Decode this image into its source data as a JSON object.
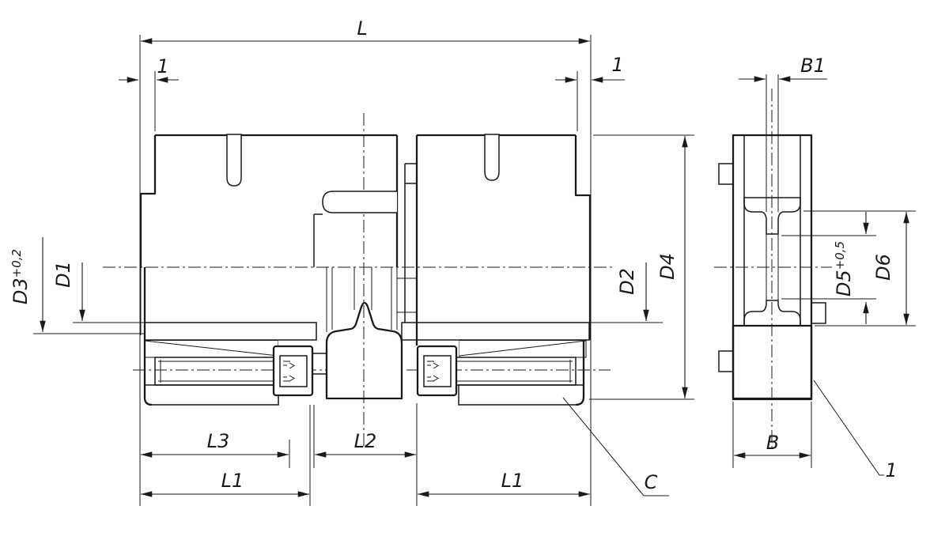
{
  "page": {
    "background": "#ffffff",
    "line_color": "#1a1a1a"
  },
  "labels": {
    "L": "L",
    "one_left": "1",
    "one_right": "1",
    "B1": "B1",
    "D1": "D1",
    "D2": "D2",
    "D3": "D3",
    "D3_tol": "+0,2",
    "D4": "D4",
    "D5": "D5",
    "D5_tol": "+0,5",
    "D6": "D6",
    "L3": "L3",
    "L2": "L2",
    "L1_left": "L1",
    "L1_right": "L1",
    "B": "B",
    "C": "C",
    "item_1": "1"
  }
}
